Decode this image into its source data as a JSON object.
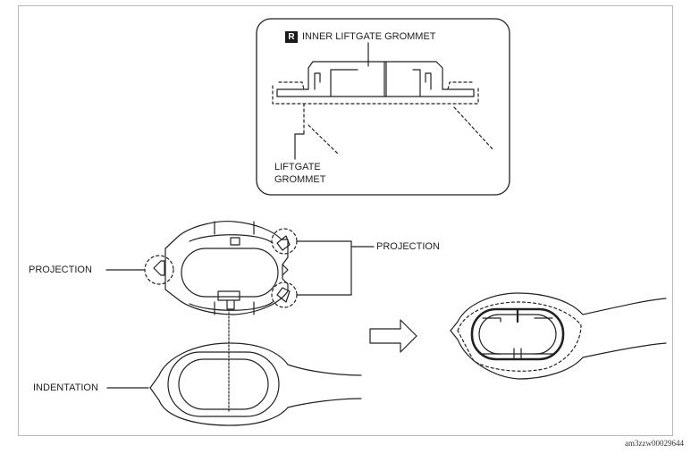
{
  "detail_view": {
    "badge": "R",
    "title": "INNER LIFTGATE GROMMET",
    "lower_label_line1": "LIFTGATE",
    "lower_label_line2": "GROMMET"
  },
  "main_view": {
    "projection_left": "PROJECTION",
    "projection_right": "PROJECTION",
    "indentation": "INDENTATION"
  },
  "doc_id": "am3zzw00029644"
}
